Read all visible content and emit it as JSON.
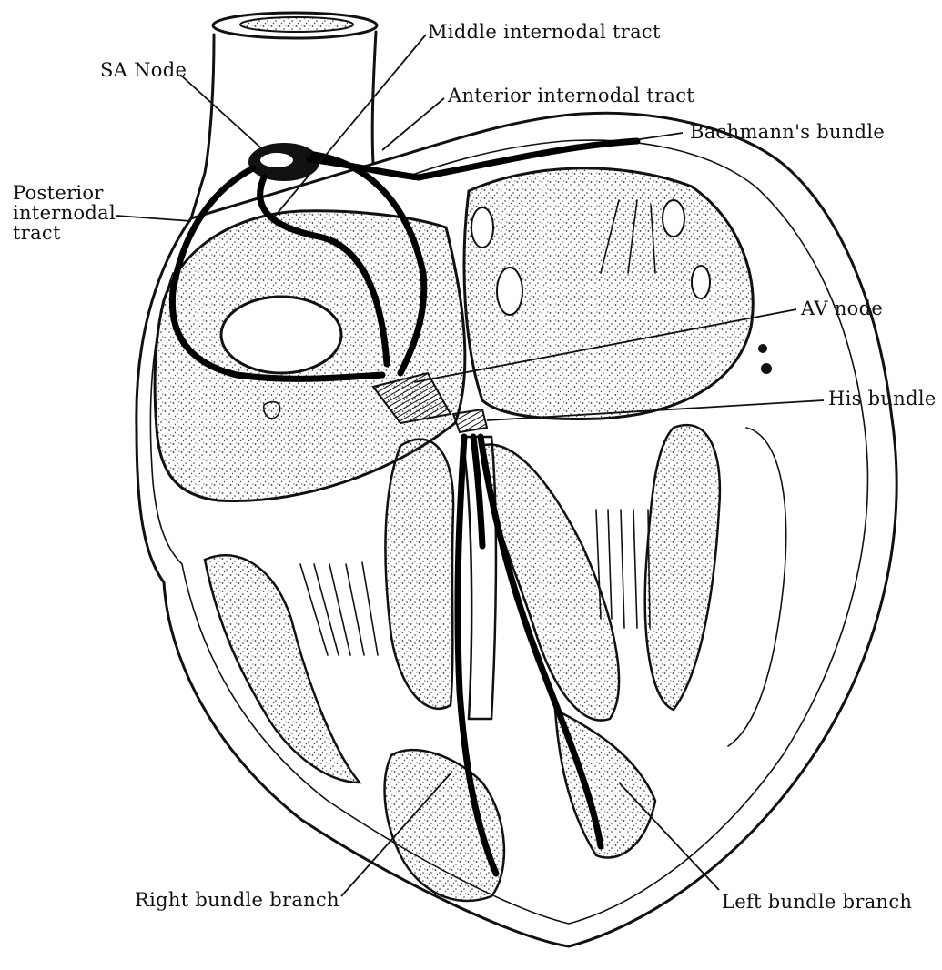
{
  "diagram": {
    "labels": {
      "sa_node": "SA Node",
      "middle_internodal": "Middle internodal tract",
      "anterior_internodal": "Anterior internodal tract",
      "bachmann": "Bachmann's bundle",
      "posterior_internodal": "Posterior\ninternodal\ntract",
      "av_node": "AV node",
      "his_bundle": "His bundle",
      "right_bundle": "Right bundle branch",
      "left_bundle": "Left bundle branch"
    },
    "colors": {
      "ink": "#111111",
      "stipple": "#3a3a3a",
      "background": "#ffffff"
    }
  }
}
